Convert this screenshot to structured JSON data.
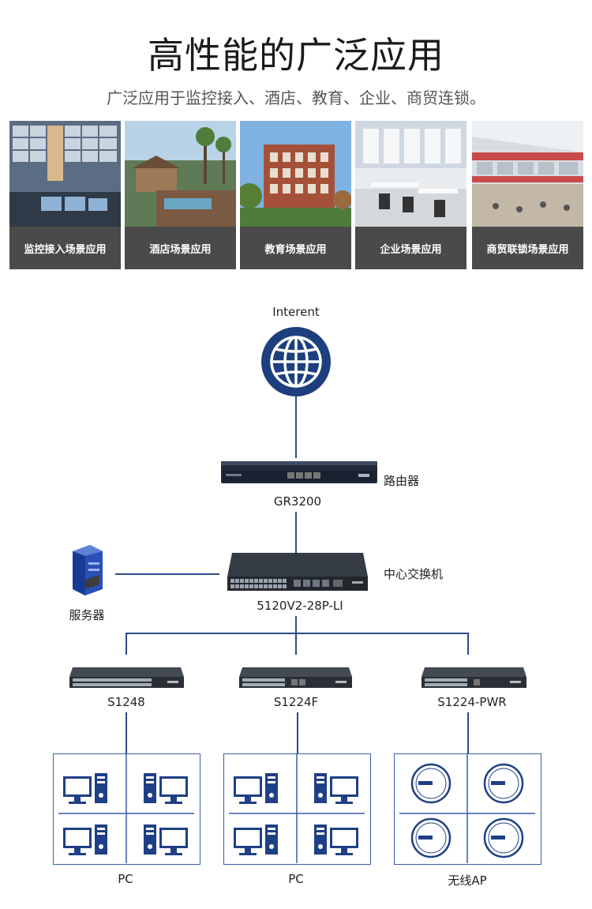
{
  "header": {
    "title": "高性能的广泛应用",
    "subtitle": "广泛应用于监控接入、酒店、教育、企业、商贸连锁。"
  },
  "scenes": [
    {
      "label": "监控接入场景应用"
    },
    {
      "label": "酒店场景应用"
    },
    {
      "label": "教育场景应用"
    },
    {
      "label": "企业场景应用"
    },
    {
      "label": "商贸联锁场景应用"
    }
  ],
  "topology": {
    "internet_label": "Interent",
    "router": {
      "model": "GR3200",
      "role": "路由器"
    },
    "core_switch": {
      "model": "5120V2-28P-LI",
      "role": "中心交换机"
    },
    "server_label": "服务器",
    "access_switches": [
      {
        "model": "S1248",
        "group_label": "PC"
      },
      {
        "model": "S1224F",
        "group_label": "PC"
      },
      {
        "model": "S1224-PWR",
        "group_label": "无线AP"
      }
    ]
  },
  "colors": {
    "accent": "#1e3f7d",
    "line": "#2b4b8a",
    "label_bg": "#4a4a4a"
  }
}
